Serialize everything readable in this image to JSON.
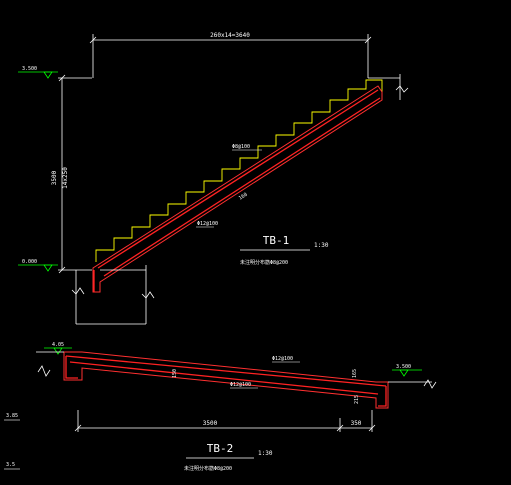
{
  "tb1": {
    "top_dimension": "260x14=3640",
    "height_dimension": "3500",
    "height_detail": "14x250",
    "slab_thickness": "160",
    "rebar_upper": "Φ8@100",
    "rebar_lower": "Φ12@100",
    "level_top": "3.500",
    "level_bottom": "0.000",
    "title": "TB-1",
    "scale": "1:30",
    "note": "未注明分布筋Φ8@200"
  },
  "tb2": {
    "rebar_upper": "Φ12@100",
    "rebar_lower": "Φ12@100",
    "thickness_left": "150",
    "thickness_right": "165",
    "end_depth": "215",
    "span": "3500",
    "support_width": "350",
    "level_left": "4.05",
    "level_right": "3.500",
    "title": "TB-2",
    "scale": "1:30",
    "note": "未注明分布筋Φ8@200"
  },
  "margin_marks": [
    "3.85",
    "3.5"
  ],
  "colors": {
    "background": "#000000",
    "step_outline": "#ffff00",
    "slab_outline": "#ff3030",
    "rebar": "#ff2222",
    "dimension": "#ffffff",
    "level_symbol": "#00ff00",
    "annotation": "#ffffff"
  }
}
